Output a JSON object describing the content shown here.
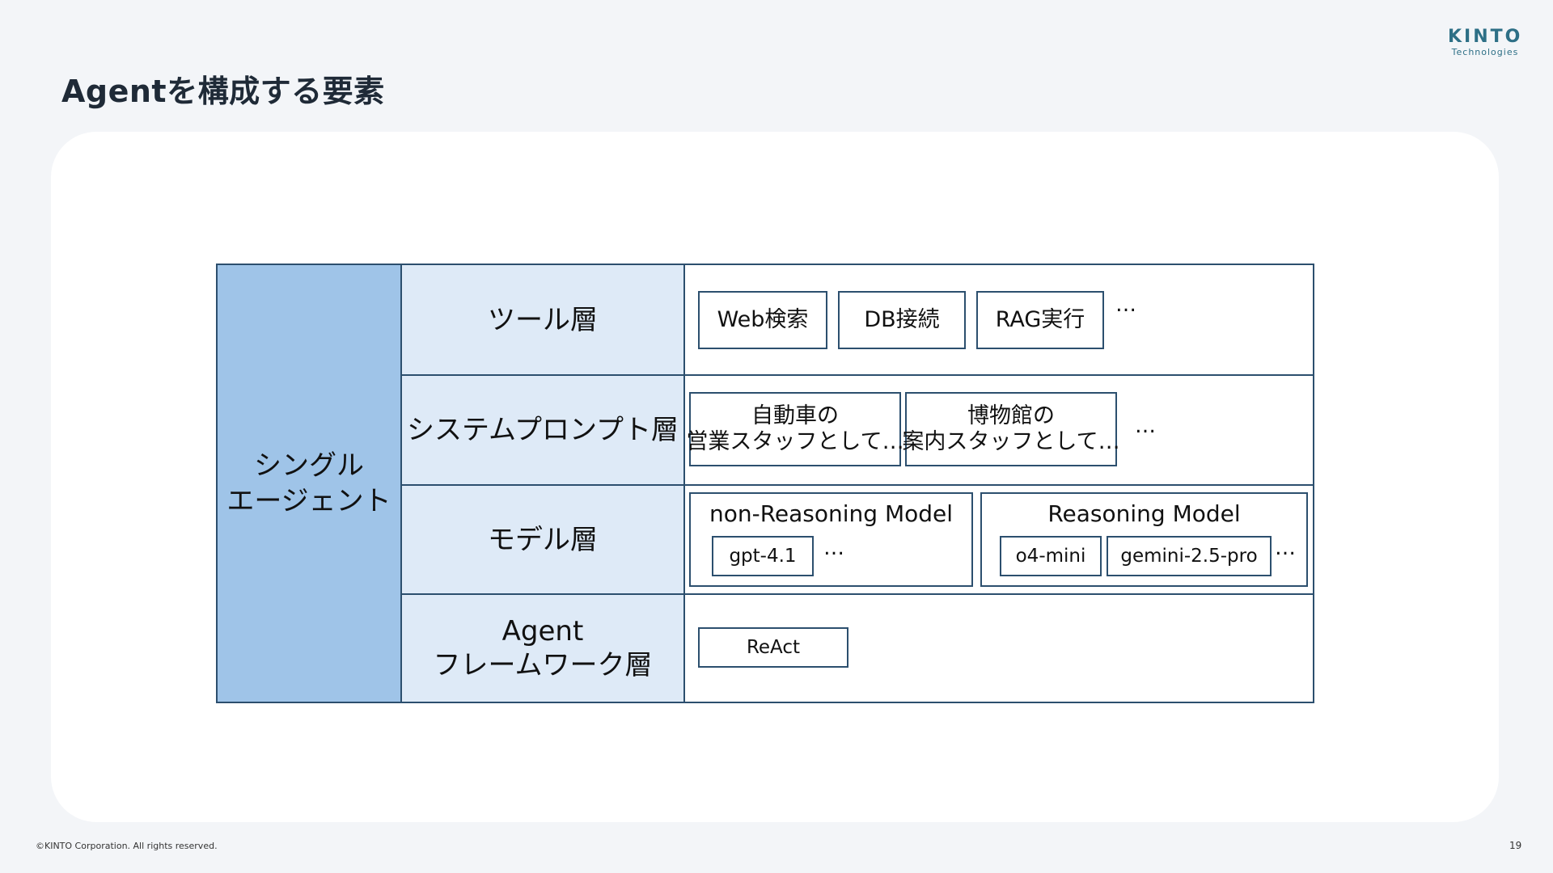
{
  "slide": {
    "title": "Agentを構成する要素",
    "logo_main": "KINTO",
    "logo_sub": "Technologies",
    "copyright": "©KINTO Corporation. All rights reserved.",
    "page_number": "19"
  },
  "diagram": {
    "agent_type": [
      "シングル",
      "エージェント"
    ],
    "layers": {
      "tool": {
        "label": "ツール層",
        "items": [
          "Web検索",
          "DB接続",
          "RAG実行"
        ],
        "more": "…"
      },
      "system_prompt": {
        "label": "システムプロンプト層",
        "items": [
          [
            "自動車の",
            "営業スタッフとして…"
          ],
          [
            "博物館の",
            "案内スタッフとして…"
          ]
        ],
        "more": "…"
      },
      "model": {
        "label": "モデル層",
        "groups": [
          {
            "title": "non-Reasoning Model",
            "items": [
              "gpt-4.1"
            ],
            "more": "…"
          },
          {
            "title": "Reasoning Model",
            "items": [
              "o4-mini",
              "gemini-2.5-pro"
            ],
            "more": "…"
          }
        ]
      },
      "framework": {
        "label": [
          "Agent",
          "フレームワーク層"
        ],
        "items": [
          "ReAct"
        ]
      }
    }
  },
  "colors": {
    "border": "#2c4f6e",
    "left_column": "#9fc4e8",
    "layer_column": "#deeaf7",
    "brand": "#2d6f86"
  }
}
